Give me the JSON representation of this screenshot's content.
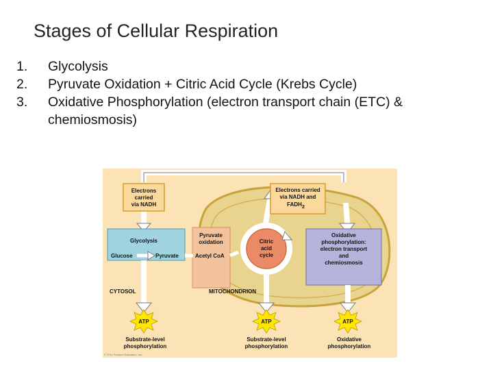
{
  "slide": {
    "title": "Stages of Cellular Respiration",
    "steps": [
      {
        "num": "1.",
        "text": "Glycolysis"
      },
      {
        "num": "2.",
        "text": "Pyruvate Oxidation + Citric Acid Cycle (Krebs Cycle)"
      },
      {
        "num": "3.",
        "text": "Oxidative Phosphorylation (electron transport chain (ETC) & chemiosmosis)"
      }
    ]
  },
  "figure": {
    "electrons_nadh": [
      "Electrons",
      "carried",
      "via NADH"
    ],
    "electrons_nadh_fadh2": [
      "Electrons carried",
      "via NADH and",
      "FADH"
    ],
    "fadh2_subscript": "2",
    "glycolysis": "Glycolysis",
    "glucose": "Glucose",
    "pyruvate": "Pyruvate",
    "pyruvate_oxidation": [
      "Pyruvate",
      "oxidation"
    ],
    "acetyl_coa": "Acetyl CoA",
    "citric_acid_cycle": [
      "Citric",
      "acid",
      "cycle"
    ],
    "oxidative_phosphorylation": [
      "Oxidative",
      "phosphorylation:",
      "electron transport",
      "and",
      "chemiosmosis"
    ],
    "cytosol": "CYTOSOL",
    "mitochondrion": "MITOCHONDRION",
    "atp": "ATP",
    "substrate_level": [
      "Substrate-level",
      "phosphorylation"
    ],
    "oxidative_label": [
      "Oxidative",
      "phosphorylation"
    ],
    "copyright": "© 2011 Pearson Education, Inc.",
    "colors": {
      "background": "#fbe3b6",
      "mitochondrion": "#e9d48f",
      "mito_outline": "#c9a23c",
      "glycolysis_box": "#9fd3df",
      "pyruvate_ox_box": "#f3c39e",
      "cycle_fill": "#ea8a66",
      "oxphos_box": "#b7b4dc",
      "atp_star": "#ffe600"
    }
  }
}
